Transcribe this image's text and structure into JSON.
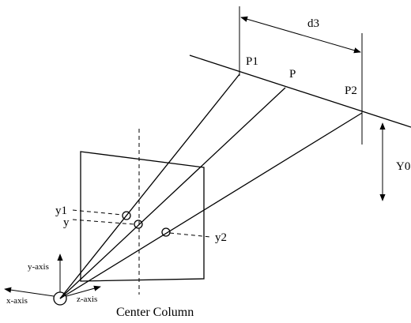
{
  "labels": {
    "d3": "d3",
    "p1": "P1",
    "p": "P",
    "p2": "P2",
    "y0": "Y0",
    "y1": "y1",
    "y": "y",
    "y2": "y2",
    "y_axis": "y-axis",
    "x_axis": "x-axis",
    "z_axis": "z-axis",
    "center_column": "Center Column"
  }
}
